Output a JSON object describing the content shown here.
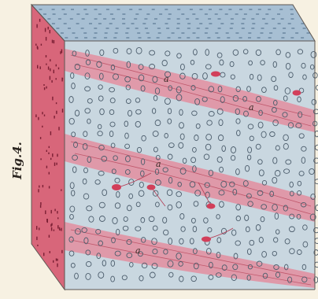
{
  "figure": {
    "label": "Fig.4.",
    "annotations": [
      "a",
      "a",
      "a",
      "a"
    ]
  },
  "colors": {
    "background": "#f7f1e2",
    "tissue": "#c9d7e0",
    "top_face": "#a7bfd3",
    "side_face": "#d8667a",
    "band": "#e48fa0",
    "cell_outline": "#4c5d6c"
  }
}
